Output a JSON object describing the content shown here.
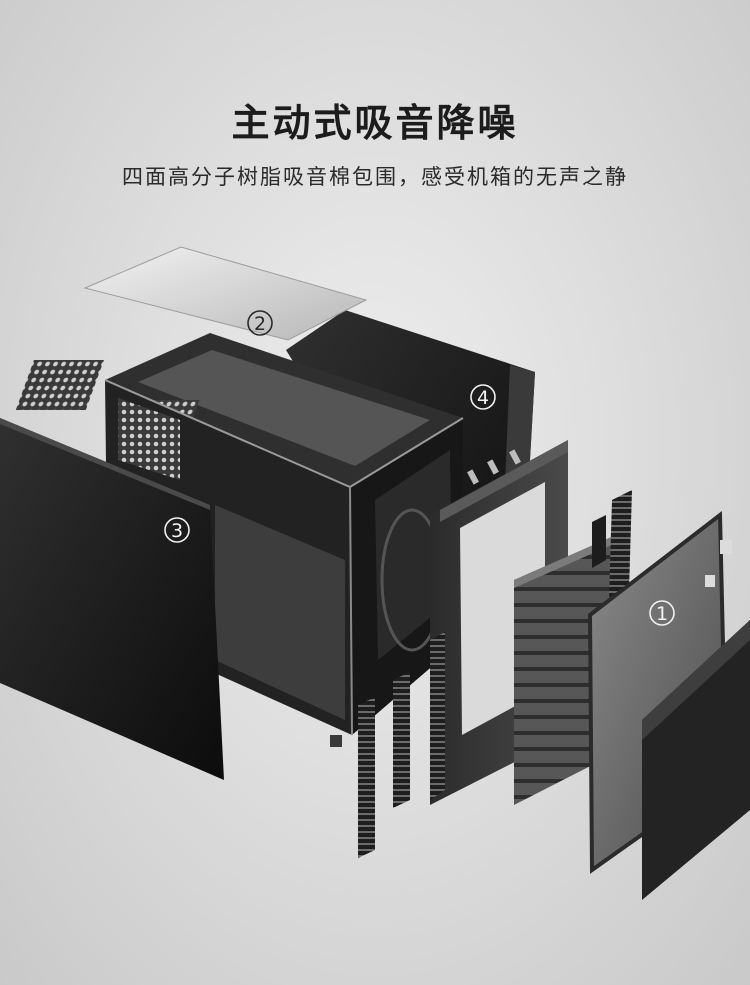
{
  "banner": {
    "title": "主动式吸音降噪",
    "subtitle": "四面高分子树脂吸音棉包围，感受机箱的无声之静"
  },
  "panel_markers": {
    "right_side": "1",
    "top": "2",
    "left_side": "3",
    "rear": "4"
  }
}
